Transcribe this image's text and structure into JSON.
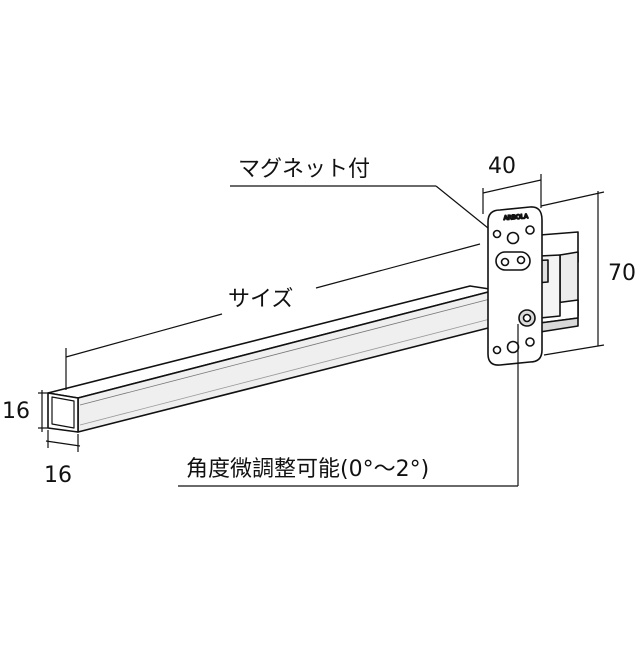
{
  "labels": {
    "magnet": "マグネット付",
    "size": "サイズ",
    "angle": "角度微調整可能(0°～2°)",
    "plate_mark": "ARBOLA"
  },
  "dimensions": {
    "width_top": "40",
    "height_right": "70",
    "tube_height": "16",
    "tube_width": "16"
  },
  "colors": {
    "stroke": "#111111",
    "shade": "#cfcfcf",
    "light": "#e6e6e6"
  }
}
